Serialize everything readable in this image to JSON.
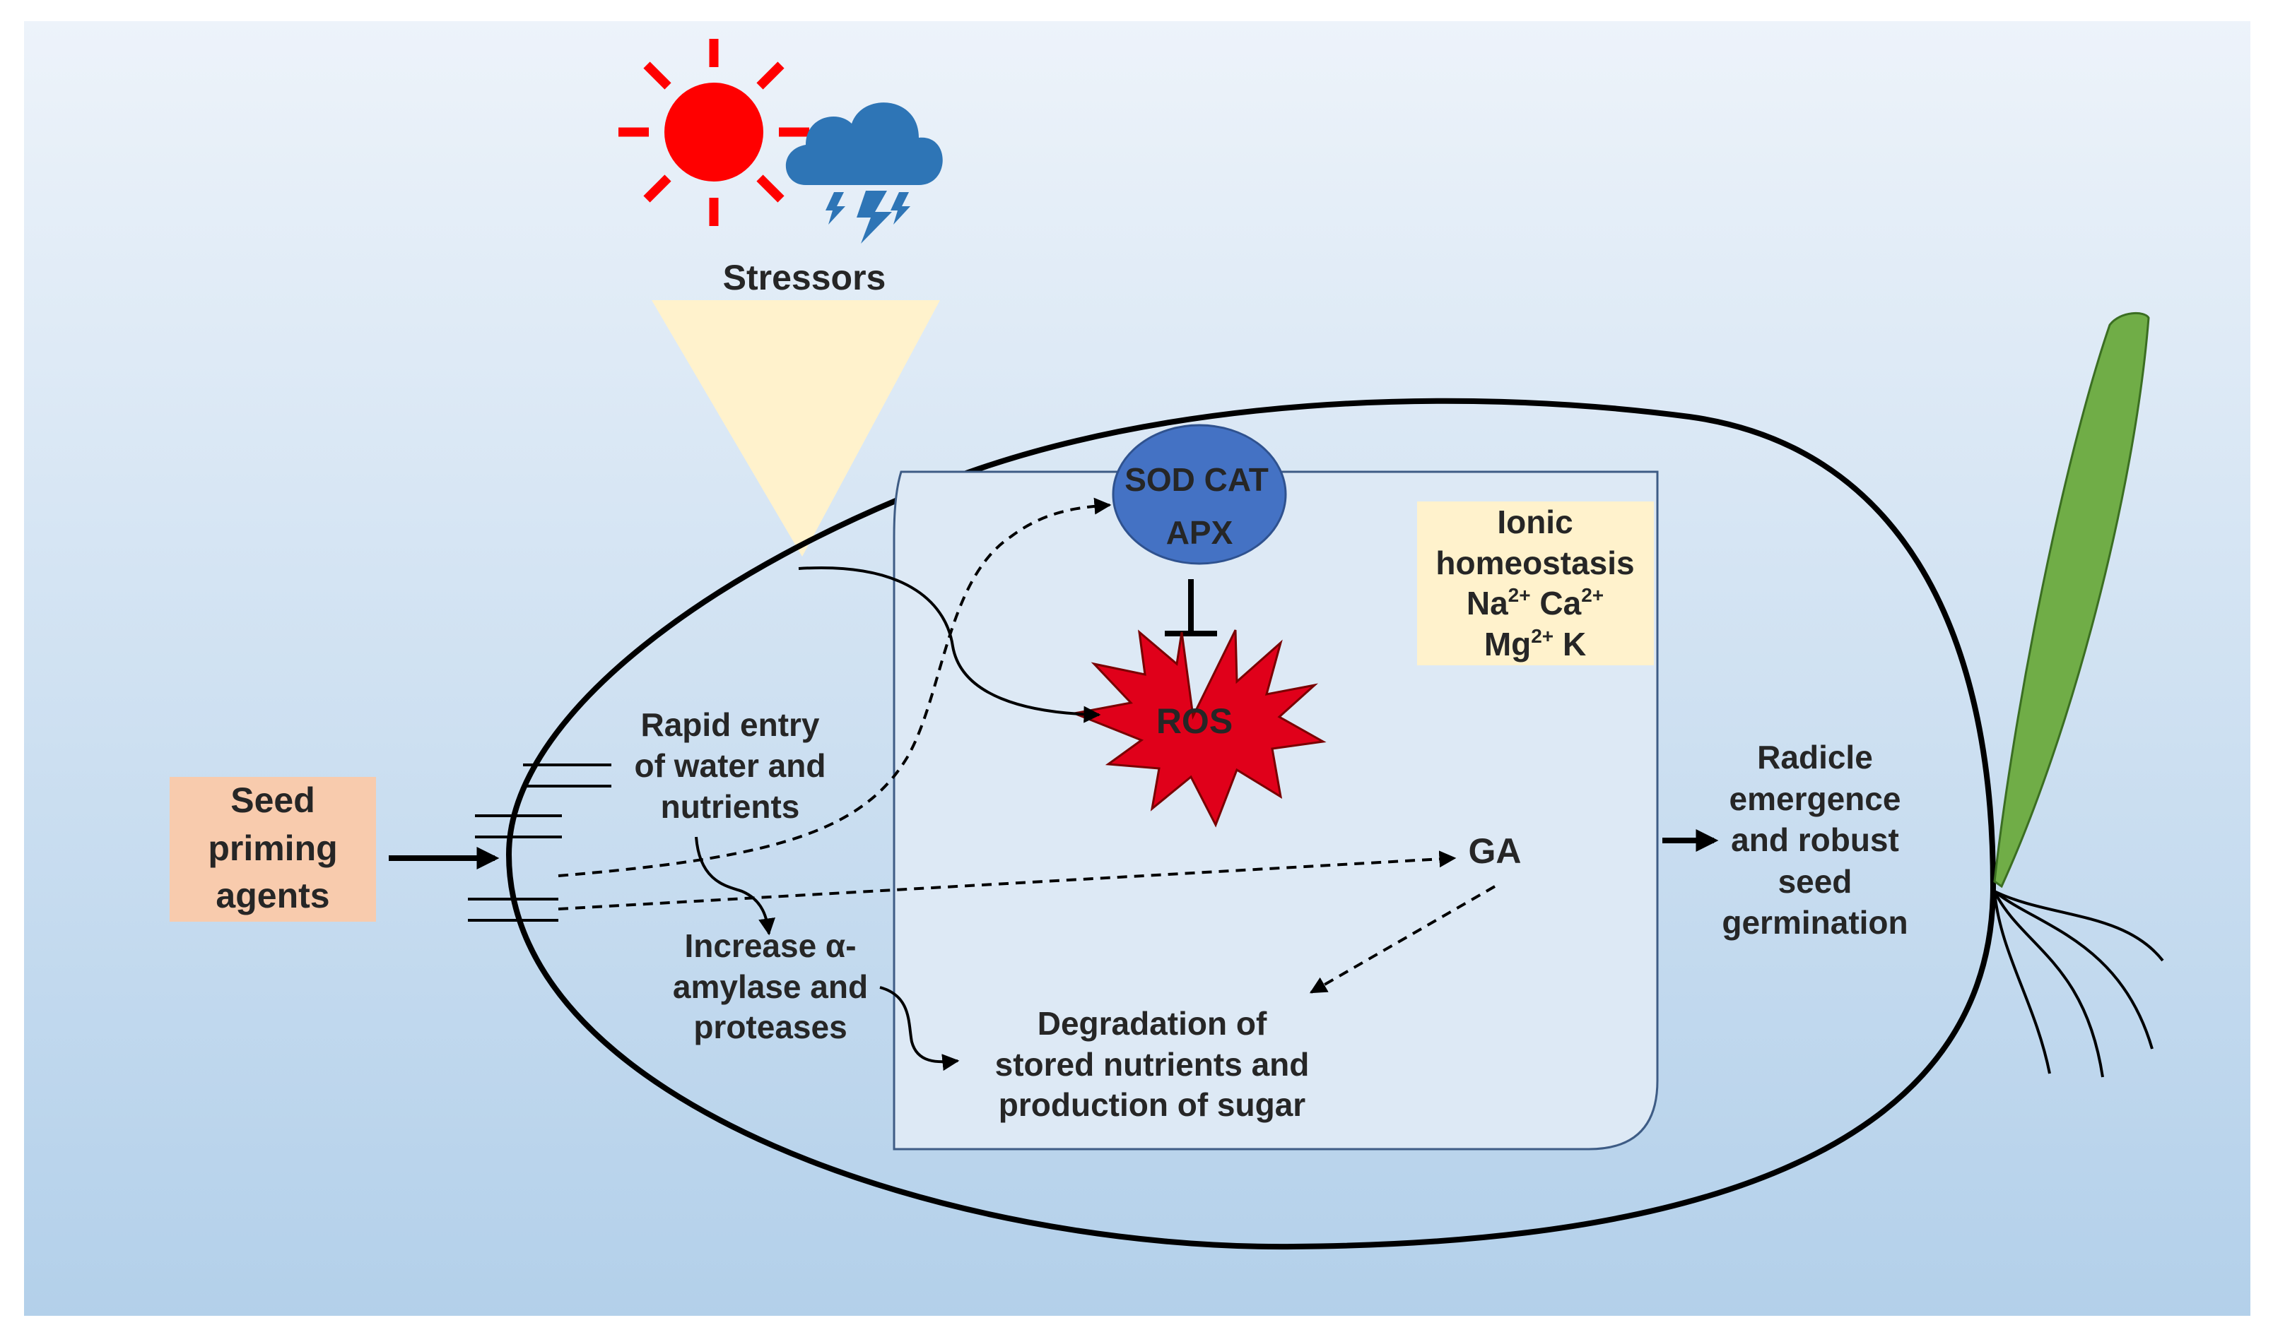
{
  "colors": {
    "background_top": "#edf3fa",
    "background_bottom": "#b3d0ea",
    "sun": "#ff0000",
    "cloud": "#2e75b6",
    "funnel": "#fff2cc",
    "seed_outline": "#000000",
    "inner_compartment": "#dde9f5",
    "enzyme_ellipse": "#4472c4",
    "ros_star": "#e0001a",
    "ionic_box": "#fff2cc",
    "priming_box": "#f8cbad",
    "leaf": "#70ad47"
  },
  "icons": {
    "sun": "sun-icon",
    "cloud": "storm-cloud-icon",
    "leaf": "leaf-icon",
    "roots": "roots-icon"
  },
  "labels": {
    "stressors": "Stressors",
    "enzymes_line1": "SOD CAT",
    "enzymes_line2": "APX",
    "ros": "ROS",
    "ionic_line1": "Ionic",
    "ionic_line2": "homeostasis",
    "ionic_na": "Na",
    "ionic_na_charge": "2+",
    "ionic_ca": " Ca",
    "ionic_ca_charge": "2+",
    "ionic_mg": "Mg",
    "ionic_mg_charge": "2+",
    "ionic_k": " K",
    "priming_line1": "Seed",
    "priming_line2": "priming",
    "priming_line3": "agents",
    "entry_line1": "Rapid entry",
    "entry_line2": "of water and",
    "entry_line3": "nutrients",
    "ga": "GA",
    "amylase_line1": "Increase α-",
    "amylase_line2": "amylase and",
    "amylase_line3": "proteases",
    "degradation_line1": "Degradation of",
    "degradation_line2": "stored nutrients and",
    "degradation_line3": "production of sugar",
    "radicle_line1": "Radicle",
    "radicle_line2": "emergence",
    "radicle_line3": "and robust",
    "radicle_line4": "seed",
    "radicle_line5": "germination"
  }
}
